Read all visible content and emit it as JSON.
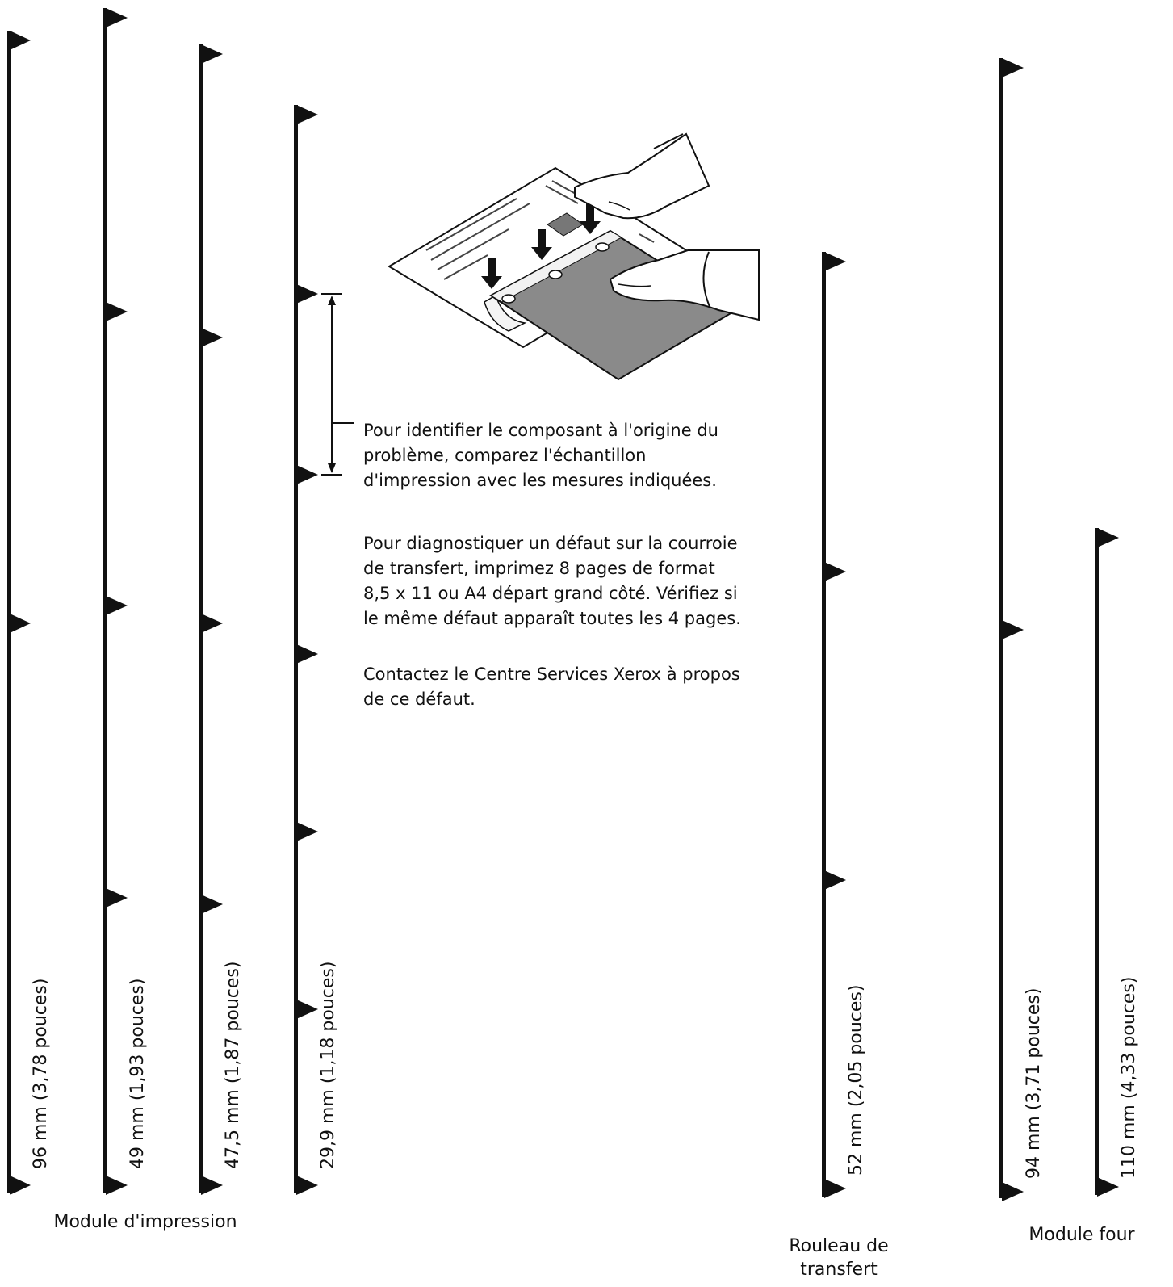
{
  "rulers": [
    {
      "id": "r96",
      "label": "96 mm (3,78 pouces)",
      "interval_mm": 96
    },
    {
      "id": "r49",
      "label": "49 mm (1,93 pouces)",
      "interval_mm": 49
    },
    {
      "id": "r47",
      "label": "47,5 mm (1,87 pouces)",
      "interval_mm": 47.5
    },
    {
      "id": "r29",
      "label": "29,9 mm (1,18 pouces)",
      "interval_mm": 29.9
    },
    {
      "id": "r52",
      "label": "52 mm (2,05 pouces)",
      "interval_mm": 52
    },
    {
      "id": "r94",
      "label": "94 mm (3,71 pouces)",
      "interval_mm": 94
    },
    {
      "id": "r110",
      "label": "110 mm (4,33 pouces)",
      "interval_mm": 110
    }
  ],
  "groups": {
    "print_module": "Module d'impression",
    "transfer_roller": "Rouleau de transfert",
    "fuser_module": "Module four"
  },
  "notes": {
    "identify": "Pour identifier le composant à l'origine du problème, comparez l'échantillon d'impression avec les mesures indiquées.",
    "diagnose": "Pour diagnostiquer un défaut sur la courroie de transfert, imprimez 8 pages de format 8,5 x 11 ou A4 départ grand côté. Vérifiez si le même défaut apparaît toutes les 4 pages.",
    "contact": "Contactez le Centre Services Xerox à propos de ce défaut."
  },
  "colors": {
    "ink": "#111111",
    "belt": "#8a8a8a"
  }
}
